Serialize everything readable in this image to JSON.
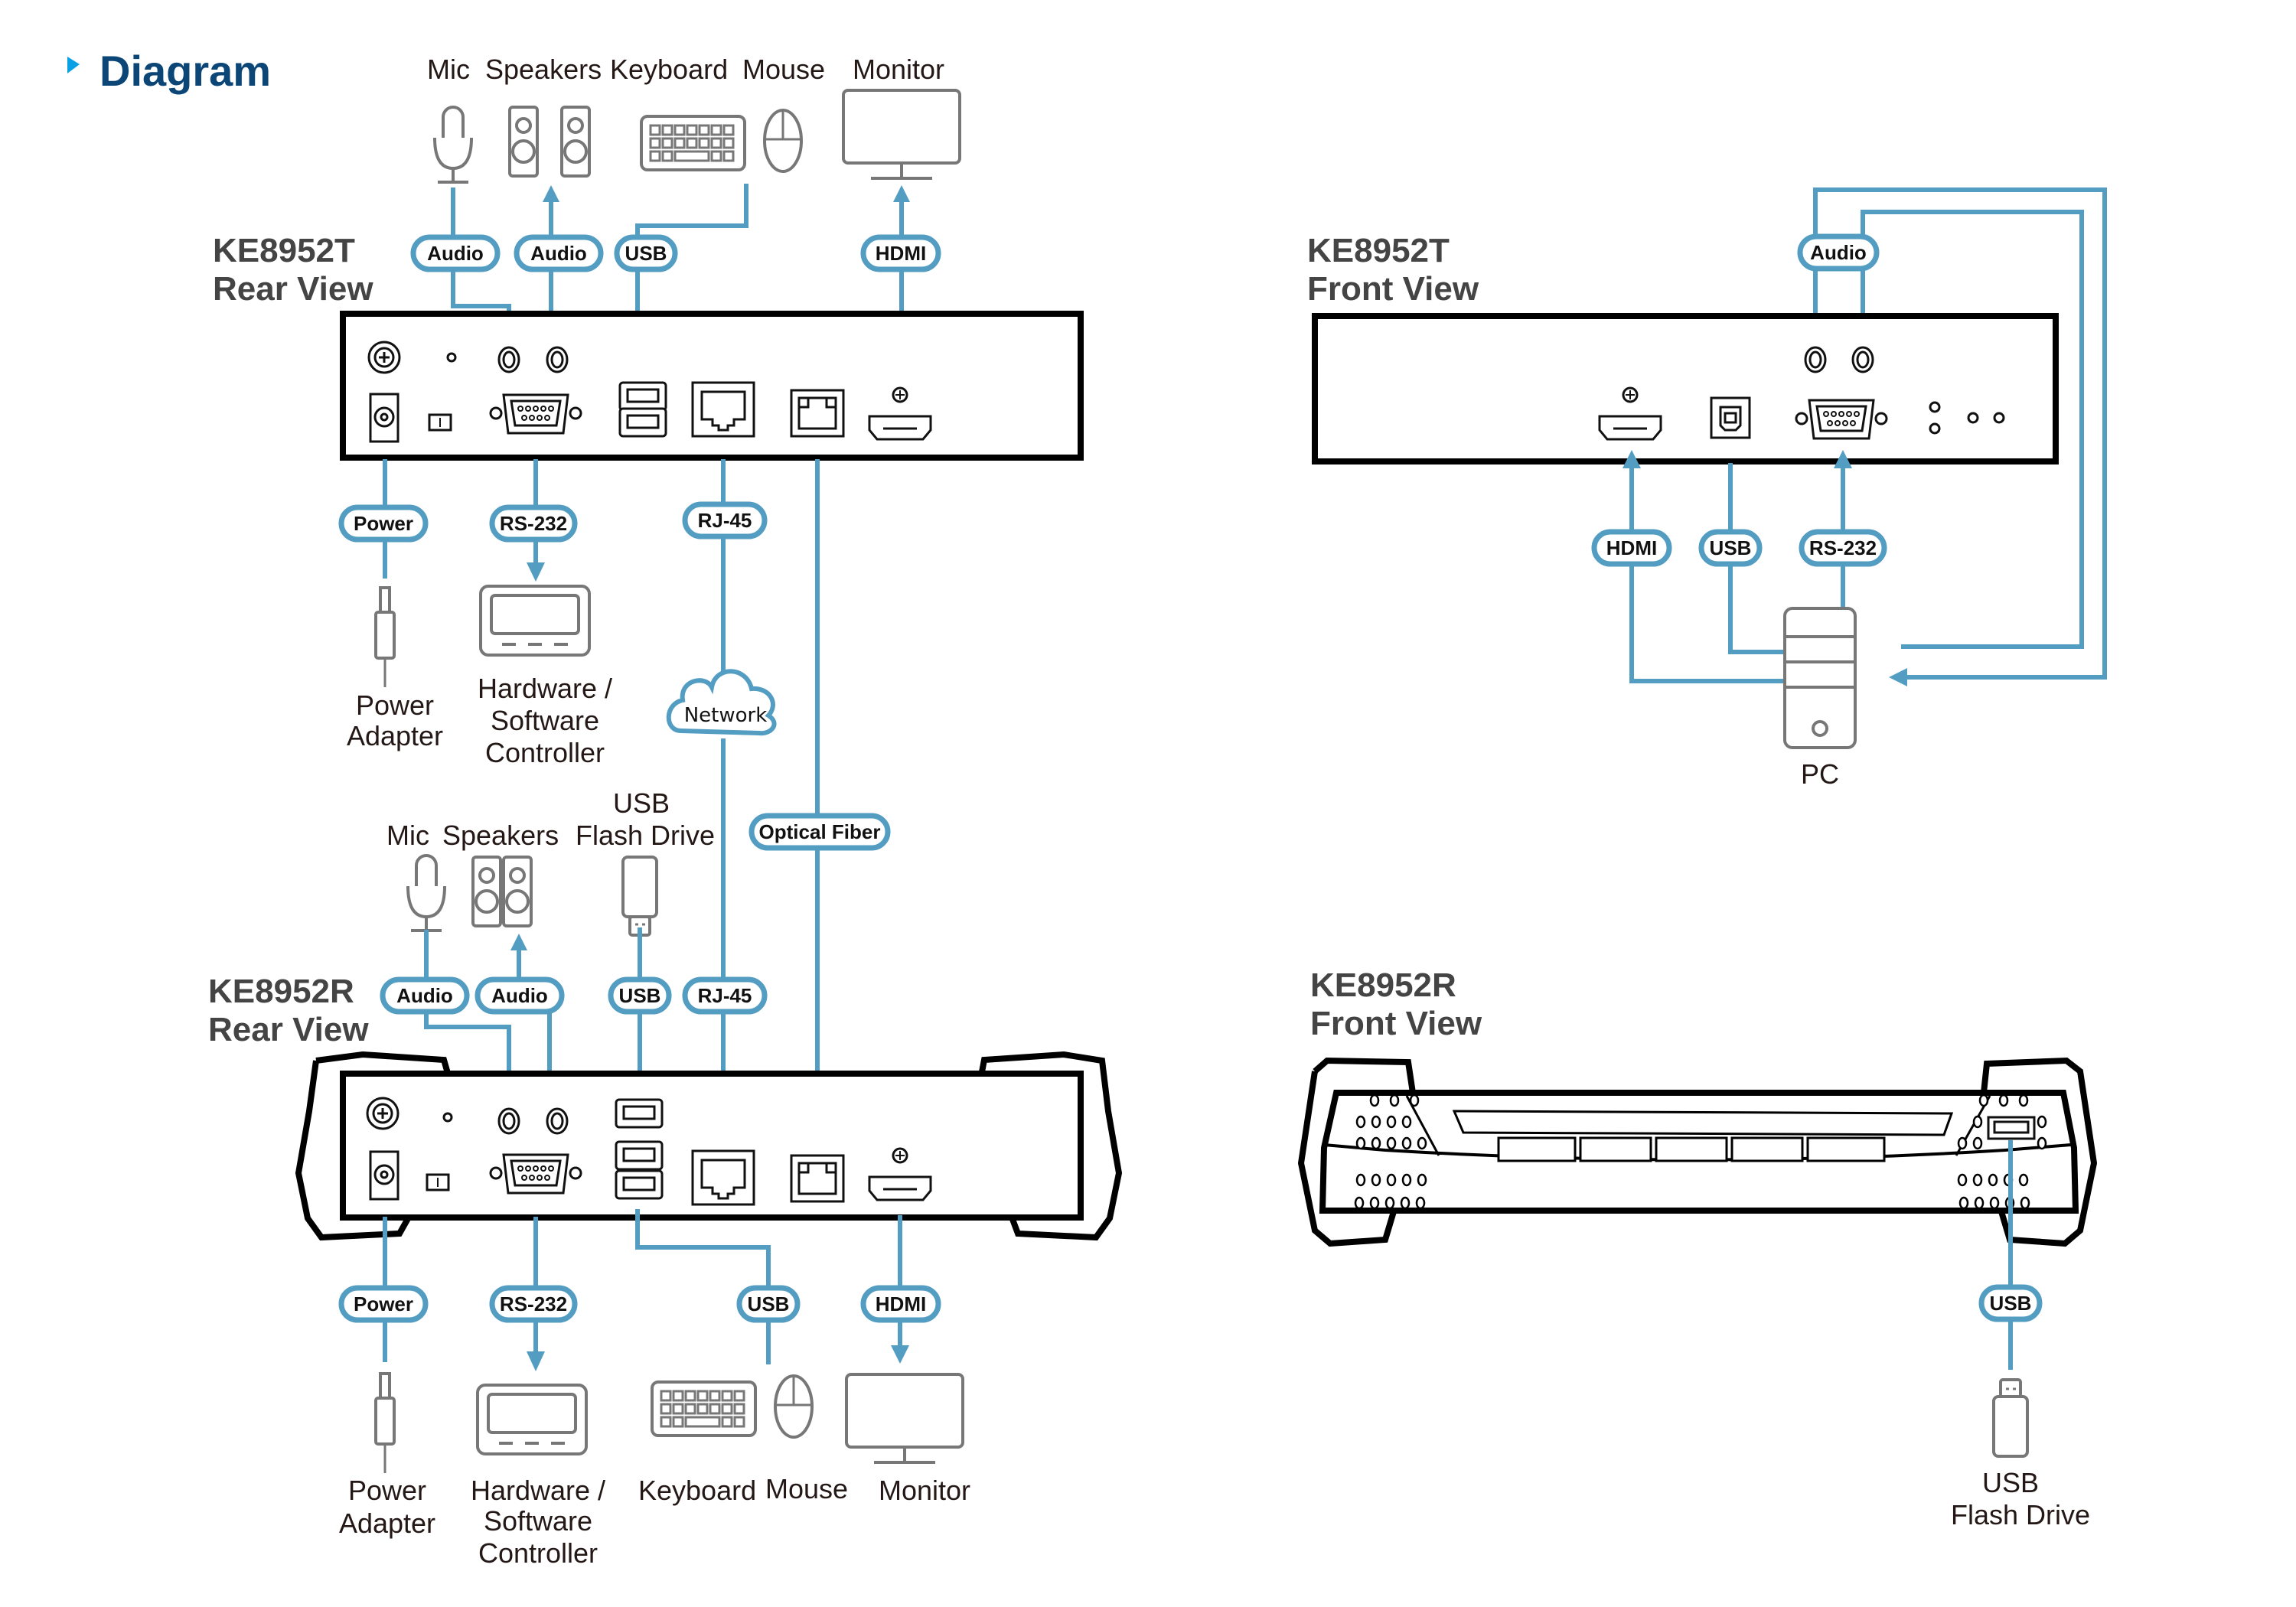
{
  "title": "Diagram",
  "colors": {
    "accent": "#539dc2",
    "title": "#0b4677",
    "bullet": "#0aa0e6",
    "device_outline": "#000000",
    "icon_gray": "#777777"
  },
  "sections": {
    "tx_rear": {
      "model": "KE8952T",
      "view": "Rear View"
    },
    "tx_front": {
      "model": "KE8952T",
      "view": "Front View"
    },
    "rx_rear": {
      "model": "KE8952R",
      "view": "Rear View"
    },
    "rx_front": {
      "model": "KE8952R",
      "view": "Front View"
    }
  },
  "tx_top_devices": {
    "mic": "Mic",
    "speakers": "Speakers",
    "keyboard": "Keyboard",
    "mouse": "Mouse",
    "monitor": "Monitor"
  },
  "tx_top_tags": {
    "audio_in": "Audio",
    "audio_out": "Audio",
    "usb": "USB",
    "hdmi": "HDMI"
  },
  "tx_bottom_tags": {
    "power": "Power",
    "rs232": "RS-232",
    "rj45": "RJ-45",
    "fiber": "Optical Fiber"
  },
  "tx_bottom_devices": {
    "power_line1": "Power",
    "power_line2": "Adapter",
    "ctrl_line1": "Hardware /",
    "ctrl_line2": "Software",
    "ctrl_line3": "Controller"
  },
  "network": "Network",
  "rx_top_devices": {
    "mic": "Mic",
    "speakers": "Speakers",
    "flash_line1": "USB",
    "flash_line2": "Flash Drive"
  },
  "rx_top_tags": {
    "audio_in": "Audio",
    "audio_out": "Audio",
    "usb": "USB",
    "rj45": "RJ-45"
  },
  "rx_bottom_tags": {
    "power": "Power",
    "rs232": "RS-232",
    "usb": "USB",
    "hdmi": "HDMI"
  },
  "rx_bottom_devices": {
    "power_line1": "Power",
    "power_line2": "Adapter",
    "ctrl_line1": "Hardware /",
    "ctrl_line2": "Software",
    "ctrl_line3": "Controller",
    "keyboard": "Keyboard",
    "mouse": "Mouse",
    "monitor": "Monitor"
  },
  "tx_front_tags": {
    "audio": "Audio",
    "hdmi": "HDMI",
    "usb": "USB",
    "rs232": "RS-232"
  },
  "pc": "PC",
  "rx_front_tags": {
    "usb": "USB"
  },
  "rx_front_device": {
    "line1": "USB",
    "line2": "Flash Drive"
  }
}
